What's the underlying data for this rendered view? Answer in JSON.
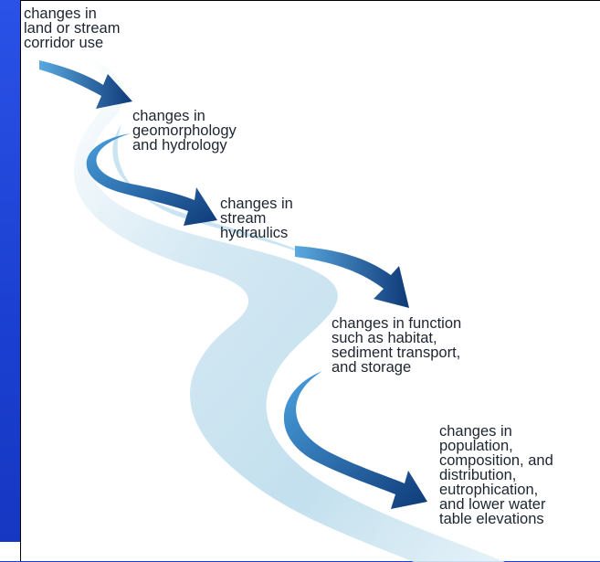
{
  "diagram": {
    "labels": {
      "step1": "changes in\nland or stream\ncorridor use",
      "step2": "changes in\ngeomorphology\nand hydrology",
      "step3": "changes in\nstream\nhydraulics",
      "step4": "changes in function\nsuch as habitat,\nsediment transport,\nand storage",
      "step5": "changes in\npopulation,\ncomposition, and\ndistribution,\neutrophication,\nand lower water\ntable elevations"
    },
    "colors": {
      "background": "#1a3fd0",
      "river_light": "#e8f3fa",
      "river_mid": "#b9dcec",
      "arrow_dark": "#0f3a78",
      "arrow_light": "#3f94d6",
      "text": "#1e2530"
    }
  }
}
